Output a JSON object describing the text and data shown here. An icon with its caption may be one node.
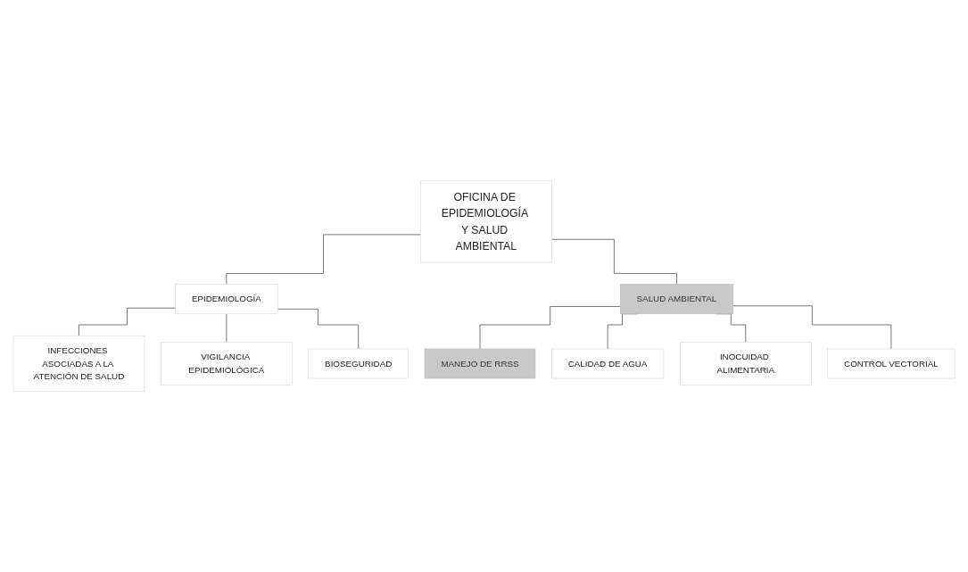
{
  "diagram": {
    "nodes": [
      {
        "text": [
          "OFICINA DE EPIDEMIOLOGÍA Y SALUD AMBIENTAL"
        ]
      },
      {
        "text": [
          "EPIDEMIOLOGÍA"
        ]
      },
      {
        "text": [
          "SALUD AMBIENTAL"
        ]
      },
      {
        "text": [
          "INFECCIONES ASOCIADAS A LA ATENCIÓN DE SALUD"
        ]
      },
      {
        "text": [
          "VIGILANCIA EPIDEMIOLÓGICA"
        ]
      },
      {
        "text": [
          "BIOSEGURIDAD"
        ]
      },
      {
        "text": [
          "MANEJO DE RRSS"
        ]
      },
      {
        "text": [
          "CALIDAD DE AGUA"
        ]
      },
      {
        "text": [
          "INOCUIDAD ALIMENTARIA"
        ]
      },
      {
        "text": [
          "CONTROL VECTORIAL"
        ]
      }
    ],
    "edges": [
      {
        "from": 0,
        "to": 1,
        "arrow": "none"
      },
      {
        "from": 0,
        "to": 2,
        "arrow": "none"
      },
      {
        "from": 1,
        "to": 3,
        "arrow": "none"
      },
      {
        "from": 1,
        "to": 4,
        "arrow": "none"
      },
      {
        "from": 1,
        "to": 5,
        "arrow": "none"
      },
      {
        "from": 2,
        "to": 6,
        "arrow": "none"
      },
      {
        "from": 2,
        "to": 7,
        "arrow": "none"
      },
      {
        "from": 2,
        "to": 8,
        "arrow": "none"
      },
      {
        "from": 2,
        "to": 9,
        "arrow": "none"
      }
    ]
  }
}
